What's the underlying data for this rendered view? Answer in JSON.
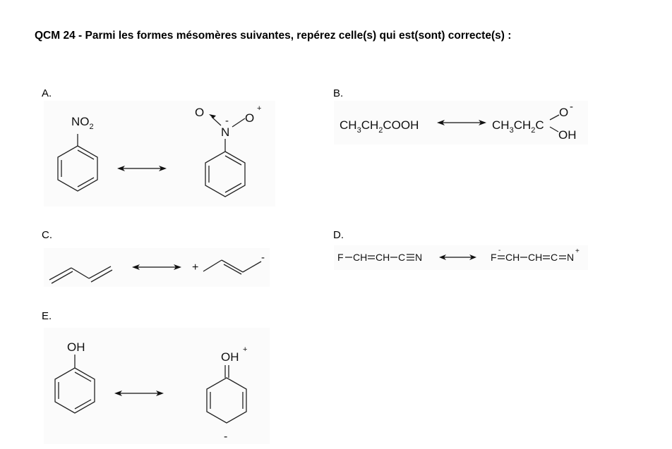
{
  "question": {
    "title": "QCM 24 - Parmi les formes mésomères suivantes, repérez celle(s) qui est(sont) correcte(s) :"
  },
  "options": {
    "A": {
      "label": "A.",
      "left": {
        "group_main": "NO",
        "group_sub": "2"
      },
      "right": {
        "o_left": "O",
        "n_atom": "N",
        "n_charge": "-",
        "o_right": "O",
        "o_charge": "+"
      }
    },
    "B": {
      "label": "B.",
      "left": {
        "p1": "CH",
        "s1": "3",
        "p2": "CH",
        "s2": "2",
        "p3": "COOH"
      },
      "right": {
        "p1": "CH",
        "s1": "3",
        "p2": "CH",
        "s2": "2",
        "p3": "C",
        "o_atom": "O",
        "o_charge": "-",
        "oh": "OH"
      }
    },
    "C": {
      "label": "C.",
      "right": {
        "plus": "+",
        "minus": "-"
      }
    },
    "D": {
      "label": "D.",
      "left": {
        "f": "F",
        "ch1": "CH",
        "ch2": "CH",
        "c": "C",
        "n": "N"
      },
      "right": {
        "f": "F",
        "f_charge": "-",
        "ch1": "CH",
        "ch2": "CH",
        "c": "C",
        "n": "N",
        "n_charge": "+"
      }
    },
    "E": {
      "label": "E.",
      "left": {
        "group": "OH"
      },
      "right": {
        "group": "OH",
        "group_charge": "+",
        "ring_charge": "-"
      }
    }
  }
}
